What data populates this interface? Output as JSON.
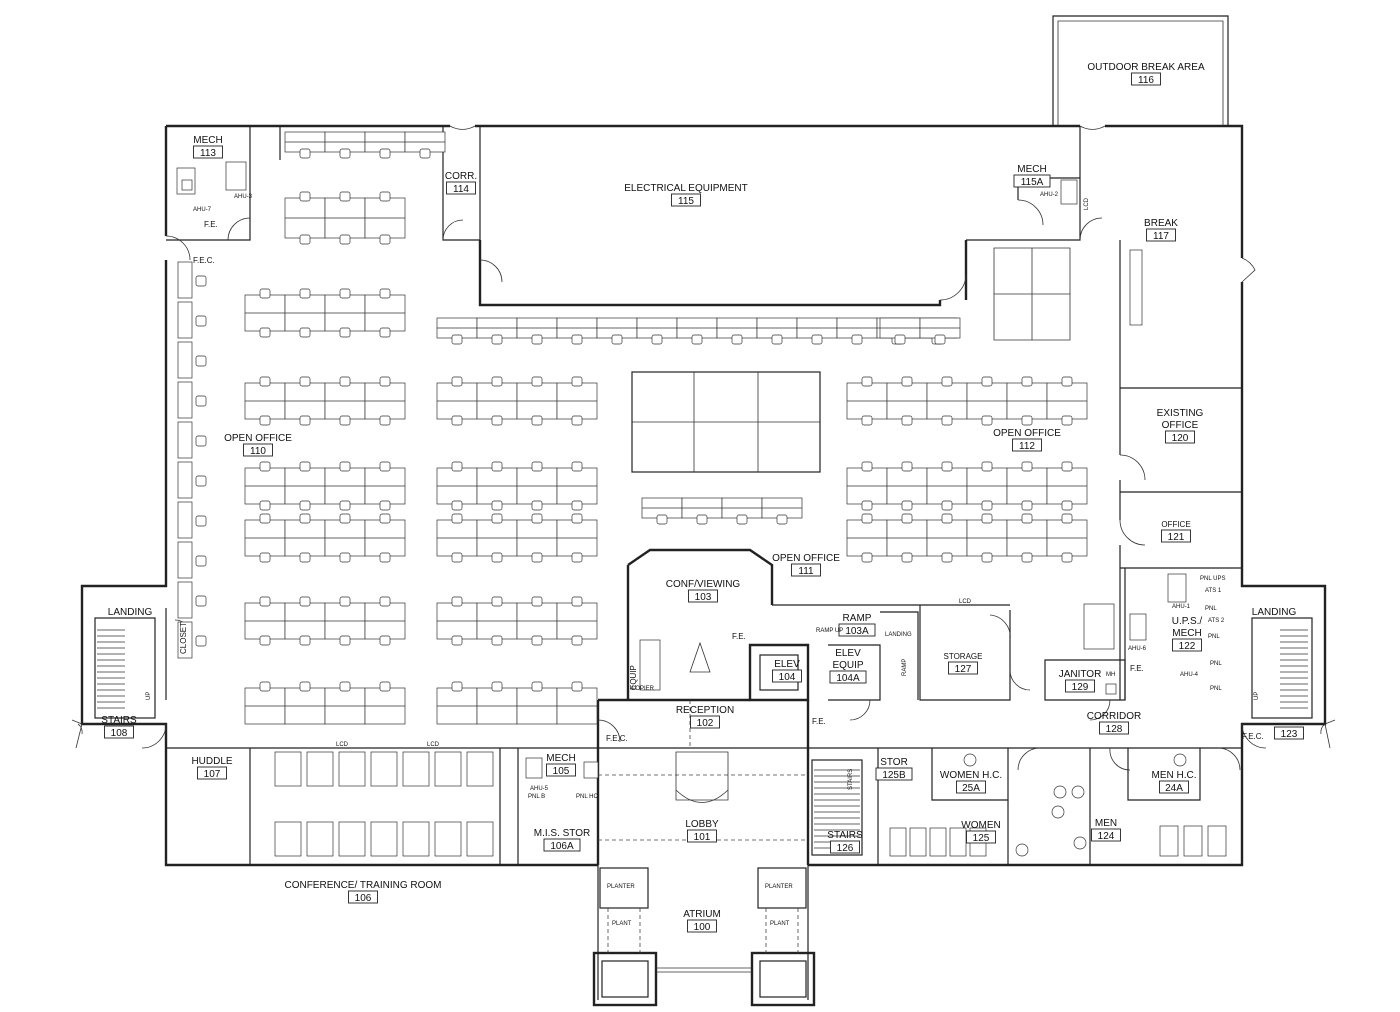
{
  "rooms": [
    {
      "id": "mech-113",
      "name": "MECH",
      "number": "113"
    },
    {
      "id": "corr-114",
      "name": "CORR.",
      "number": "114"
    },
    {
      "id": "elec-115",
      "name": "ELECTRICAL EQUIPMENT",
      "number": "115"
    },
    {
      "id": "mech-115a",
      "name": "MECH",
      "number": "115A"
    },
    {
      "id": "outdoor-116",
      "name": "OUTDOOR BREAK AREA",
      "number": "116"
    },
    {
      "id": "break-117",
      "name": "BREAK",
      "number": "117"
    },
    {
      "id": "open-110",
      "name": "OPEN OFFICE",
      "number": "110"
    },
    {
      "id": "open-112",
      "name": "OPEN OFFICE",
      "number": "112"
    },
    {
      "id": "open-111",
      "name": "OPEN OFFICE",
      "number": "111"
    },
    {
      "id": "existing-120",
      "name": "EXISTING OFFICE",
      "number": "120"
    },
    {
      "id": "office-121",
      "name": "OFFICE",
      "number": "121"
    },
    {
      "id": "conf-103",
      "name": "CONF/VIEWING",
      "number": "103"
    },
    {
      "id": "ramp-103a",
      "name": "RAMP",
      "number": "103A"
    },
    {
      "id": "elev-104",
      "name": "ELEV",
      "number": "104"
    },
    {
      "id": "elevequip-104a",
      "name": "ELEV EQUIP",
      "number": "104A"
    },
    {
      "id": "storage-127",
      "name": "STORAGE",
      "number": "127"
    },
    {
      "id": "ups-122",
      "name": "U.P.S./ MECH",
      "number": "122"
    },
    {
      "id": "janitor-129",
      "name": "JANITOR",
      "number": "129"
    },
    {
      "id": "corridor-128",
      "name": "CORRIDOR",
      "number": "128"
    },
    {
      "id": "landing-left",
      "name": "LANDING",
      "number": ""
    },
    {
      "id": "stairs-108",
      "name": "STAIRS",
      "number": "108"
    },
    {
      "id": "landing-right",
      "name": "LANDING",
      "number": ""
    },
    {
      "id": "room-123",
      "name": "",
      "number": "123"
    },
    {
      "id": "reception-102",
      "name": "RECEPTION",
      "number": "102"
    },
    {
      "id": "huddle-107",
      "name": "HUDDLE",
      "number": "107"
    },
    {
      "id": "mech-105",
      "name": "MECH",
      "number": "105"
    },
    {
      "id": "mis-106a",
      "name": "M.I.S. STOR",
      "number": "106A"
    },
    {
      "id": "lobby-101",
      "name": "LOBBY",
      "number": "101"
    },
    {
      "id": "stairs-126",
      "name": "STAIRS",
      "number": "126"
    },
    {
      "id": "stor-125b",
      "name": "STOR",
      "number": "125B"
    },
    {
      "id": "womenhc-125a",
      "name": "WOMEN H.C.",
      "number": "25A"
    },
    {
      "id": "women-125",
      "name": "WOMEN",
      "number": "125"
    },
    {
      "id": "men-124",
      "name": "MEN",
      "number": "124"
    },
    {
      "id": "menhc-124a",
      "name": "MEN H.C.",
      "number": "24A"
    },
    {
      "id": "conf-106",
      "name": "CONFERENCE/ TRAINING ROOM",
      "number": "106"
    },
    {
      "id": "atrium-100",
      "name": "ATRIUM",
      "number": "100"
    }
  ],
  "annotations": {
    "fe": "F.E.",
    "fec": "F.E.C.",
    "closet": "CLOSET",
    "landing": "LANDING",
    "up": "UP",
    "ramp_up": "RAMP UP",
    "ramp": "RAMP",
    "equip": "EQUIP",
    "copier": "COPIER",
    "planter": "PLANTER",
    "plant": "PLANT",
    "stairs": "STAIRS",
    "pnl_ups": "PNL UPS",
    "ats1": "ATS 1",
    "ats2": "ATS 2",
    "pnl": "PNL",
    "ahu1": "AHU-1",
    "ahu2": "AHU-2",
    "ahu3": "AHU-3",
    "ahu4": "AHU-4",
    "ahu5": "AHU-5",
    "ahu6": "AHU-6",
    "ahu7": "AHU-7",
    "pnl_b": "PNL B",
    "pnl_hc": "PNL HC",
    "mh": "MH",
    "lcd": "LCD"
  }
}
